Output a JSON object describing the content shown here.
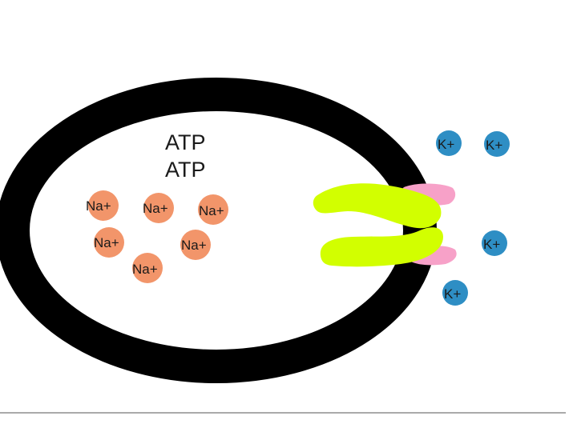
{
  "atp_labels": [
    "ATP",
    "ATP"
  ],
  "sodium_ions": [
    "Na+",
    "Na+",
    "Na+",
    "Na+",
    "Na+",
    "Na+"
  ],
  "potassium_ions": [
    "K+",
    "K+",
    "K+",
    "K+"
  ],
  "colors": {
    "membrane": "#000000",
    "sodium_ion": "#f2956a",
    "potassium_ion": "#2e8ec4",
    "pump_protein": "#d2ff00",
    "binding_site": "#f7a1c8",
    "divider_line": "#555555"
  }
}
